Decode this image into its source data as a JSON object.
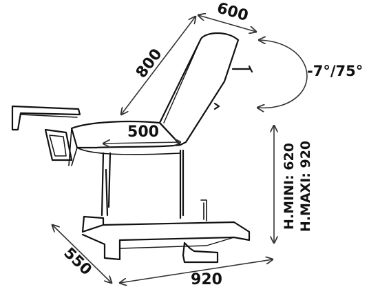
{
  "dimensions": {
    "backrest_width": "600",
    "backrest_length": "800",
    "seat_depth": "500",
    "recline_angle": "-7°/75°",
    "height_min": "H.MINI: 620",
    "height_max": "H.MAXI: 920",
    "base_depth": "550",
    "base_length": "920"
  }
}
